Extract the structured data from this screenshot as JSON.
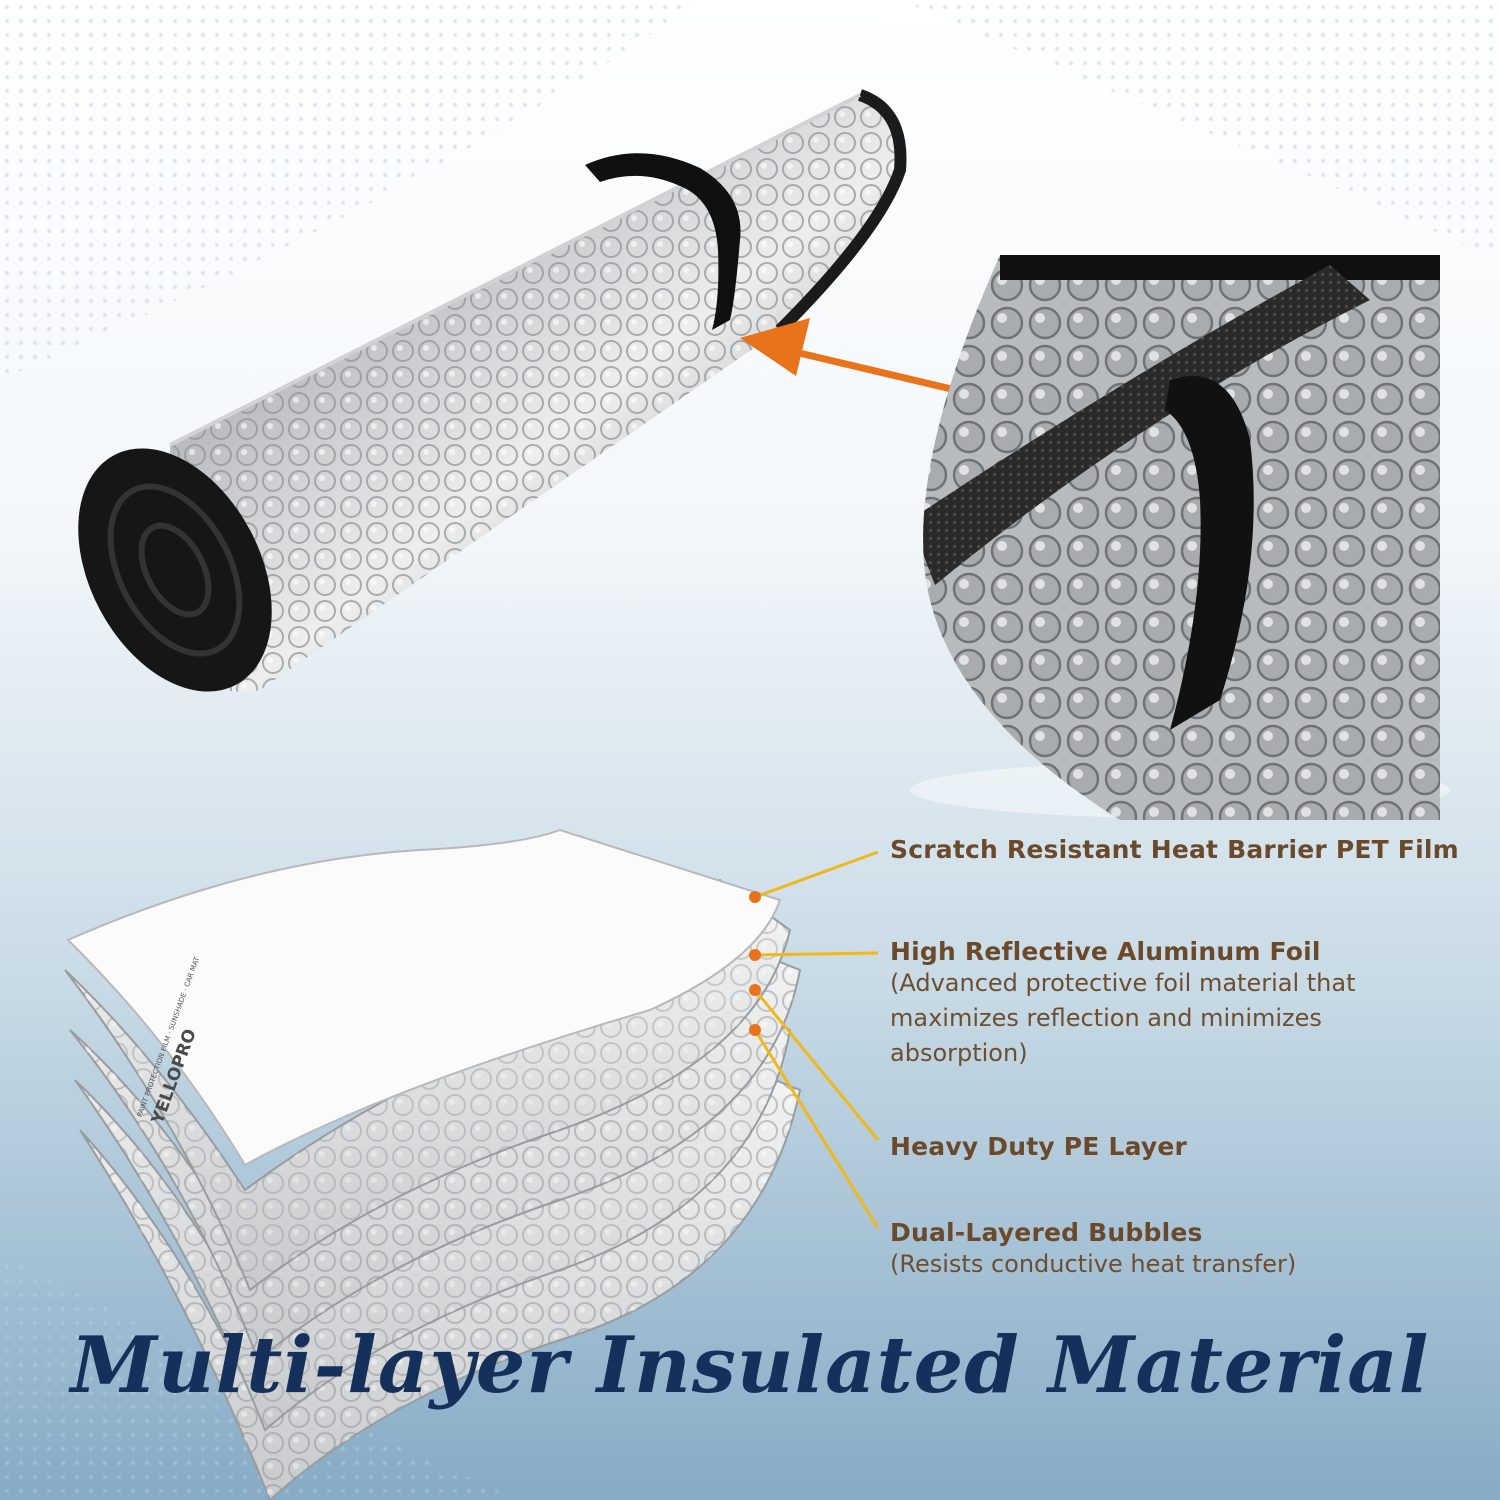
{
  "callouts": [
    {
      "title": "Scratch Resistant Heat Barrier PET Film",
      "description": ""
    },
    {
      "title": "High Reflective Aluminum Foil",
      "description": "(Advanced protective foil material that maximizes reflection and minimizes absorption)"
    },
    {
      "title": "Heavy Duty PE Layer",
      "description": ""
    },
    {
      "title": "Dual-Layered Bubbles",
      "description": "(Resists conductive heat transfer)"
    }
  ],
  "headline": "Multi-layer Insulated Material",
  "brand": {
    "logo_text": "YELLOPRO",
    "tagline": "PAINT PROTECTION FILM · SUNSHADE · CAR MAT"
  },
  "colors": {
    "accent_orange": "#e8731b",
    "callout_line": "#f0b81c",
    "label_text": "#6b4a2c",
    "headline": "#15305a",
    "background_top": "#ffffff",
    "background_bottom": "#8fb3cc"
  },
  "icons": [
    "orange-arrow-icon",
    "callout-dot-icon"
  ]
}
